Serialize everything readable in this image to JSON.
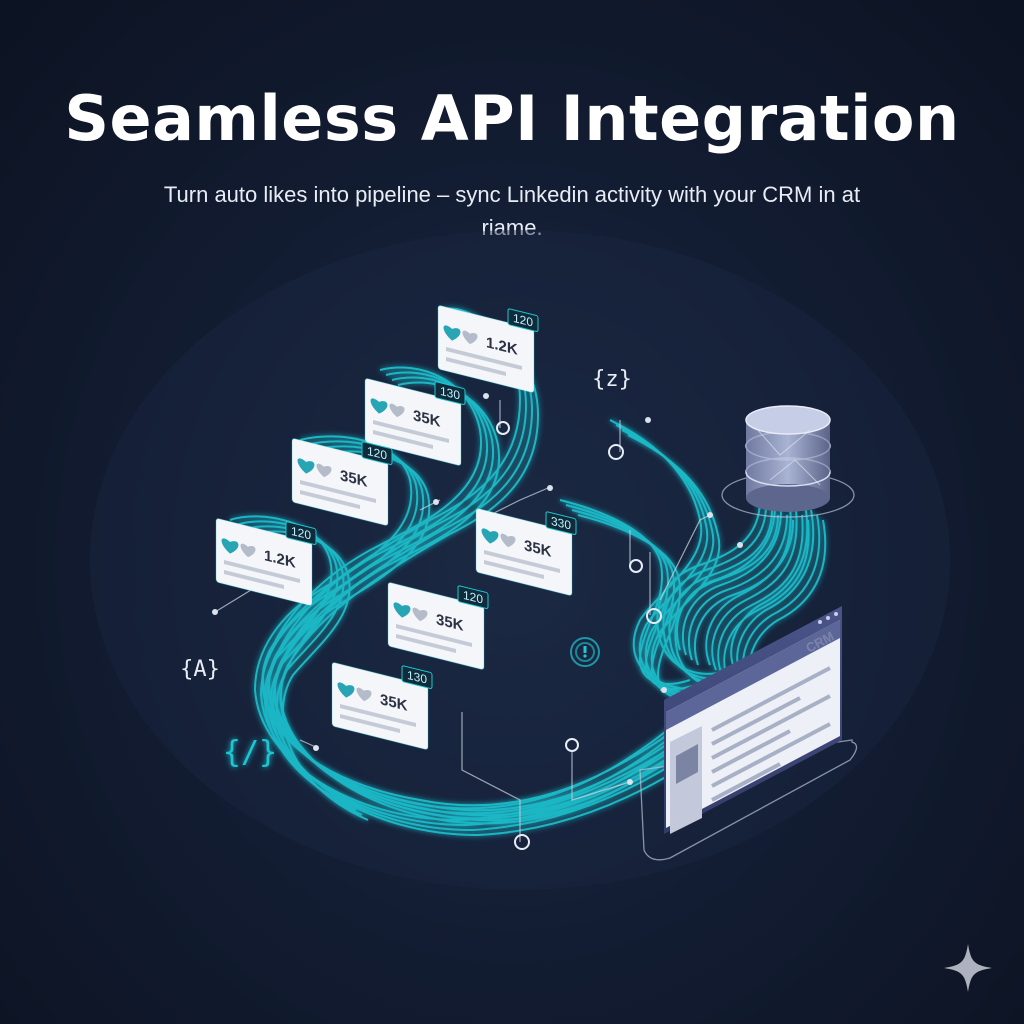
{
  "header": {
    "title": "Seamless API Integration",
    "subtitle": "Turn auto likes into pipeline – sync Linkedin activity with your CRM in at riame."
  },
  "cards": [
    {
      "value": "1.2K",
      "tag": "120"
    },
    {
      "value": "35K",
      "tag": "130"
    },
    {
      "value": "35K",
      "tag": "120"
    },
    {
      "value": "1.2K",
      "tag": "120"
    },
    {
      "value": "35K",
      "tag": "330"
    },
    {
      "value": "35K",
      "tag": "120"
    },
    {
      "value": "35K",
      "tag": "130"
    }
  ],
  "code_symbols": {
    "z": "{z}",
    "a": "{A}",
    "slash": "{/}"
  },
  "crm": {
    "label": "CRM"
  },
  "icons": {
    "heart": "heart-icon",
    "database": "database-icon",
    "sparkle": "sparkle-icon"
  },
  "colors": {
    "background": "#111a2e",
    "accent": "#1fc7d4",
    "heart": "#27a5b5",
    "card": "#f4f6f9"
  }
}
